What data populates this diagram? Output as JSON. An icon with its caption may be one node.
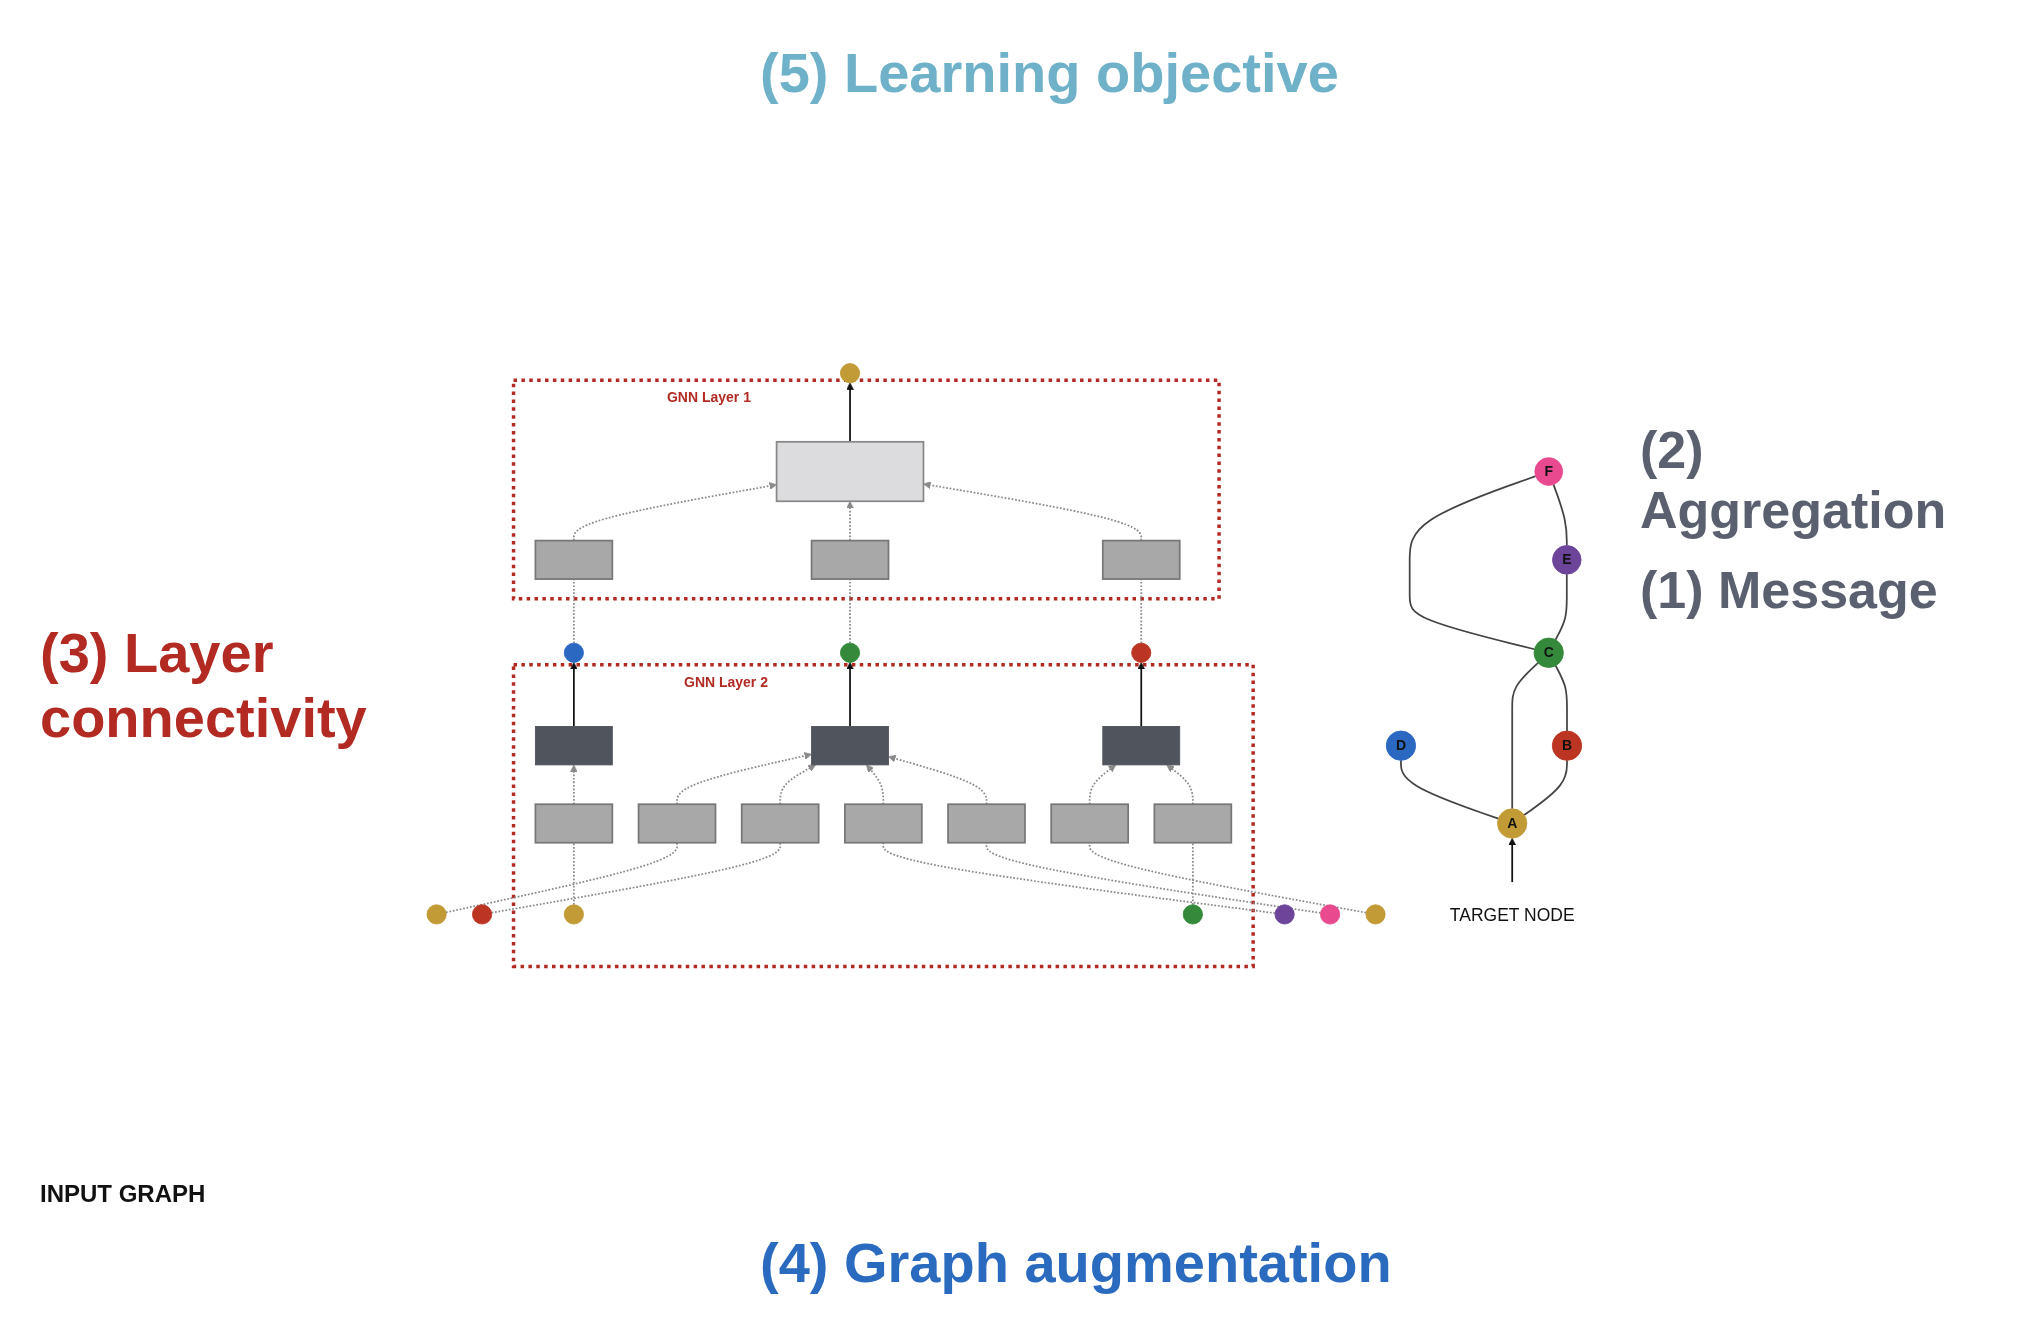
{
  "diagram": {
    "nodes": [
      {
        "text": [
          "TARGET NODE"
        ]
      },
      {
        "text": [
          "B"
        ]
      },
      {
        "text": [
          "A"
        ]
      },
      {
        "text": [
          "C"
        ]
      },
      {
        "text": [
          "F"
        ]
      },
      {
        "text": [
          "D"
        ]
      },
      {
        "text": [
          "E"
        ]
      },
      {
        "text": [],
        "shape": "circle"
      },
      {
        "text": [
          "GNN Layer 1"
        ]
      },
      {
        "text": [],
        "shape": "box",
        "in": 8
      },
      {
        "text": [],
        "shape": "box",
        "in": 8
      },
      {
        "text": [],
        "shape": "box",
        "in": 8
      },
      {
        "text": [],
        "shape": "box",
        "in": 8
      },
      {
        "text": [],
        "shape": "circle"
      },
      {
        "text": [],
        "shape": "circle"
      },
      {
        "text": [],
        "shape": "circle"
      },
      {
        "text": [
          "GNN Layer 2"
        ]
      },
      {
        "text": [],
        "shape": "box",
        "in": 16
      },
      {
        "text": [],
        "shape": "box",
        "in": 16
      },
      {
        "text": [],
        "shape": "box",
        "in": 16
      },
      {
        "text": [],
        "shape": "box",
        "in": 16
      },
      {
        "text": [],
        "shape": "box",
        "in": 16
      },
      {
        "text": [],
        "shape": "box",
        "in": 16
      },
      {
        "text": [],
        "shape": "box",
        "in": 16
      },
      {
        "text": [],
        "shape": "box",
        "in": 16
      },
      {
        "text": [],
        "shape": "box",
        "in": 16
      },
      {
        "text": [],
        "shape": "box",
        "in": 16
      },
      {
        "text": [],
        "shape": "circle",
        "in": 16
      },
      {
        "text": [],
        "shape": "circle",
        "in": 16
      },
      {
        "text": [],
        "shape": "circle"
      },
      {
        "text": [],
        "shape": "circle"
      },
      {
        "text": [],
        "shape": "circle"
      },
      {
        "text": [],
        "shape": "circle"
      },
      {
        "text": [],
        "shape": "circle"
      }
    ],
    "edges": [
      {
        "from": 0,
        "to": 2,
        "arrow": "to",
        "color": "#111111"
      },
      {
        "from": 2,
        "to": 1,
        "arrow": "none",
        "color": "#444444"
      },
      {
        "from": 2,
        "to": 3,
        "arrow": "none",
        "color": "#444444"
      },
      {
        "from": 1,
        "to": 3,
        "arrow": "none",
        "color": "#444444"
      },
      {
        "from": 2,
        "to": 5,
        "arrow": "none",
        "color": "#444444"
      },
      {
        "from": 3,
        "to": 4,
        "arrow": "none",
        "color": "#444444"
      },
      {
        "from": 3,
        "to": 6,
        "arrow": "none",
        "color": "#444444"
      },
      {
        "from": 6,
        "to": 4,
        "arrow": "none",
        "color": "#444444"
      },
      {
        "from": 9,
        "to": 7,
        "arrow": "to",
        "color": "#111111"
      },
      {
        "from": 10,
        "to": 9,
        "arrow": "to",
        "style": "dashed"
      },
      {
        "from": 11,
        "to": 9,
        "arrow": "to",
        "style": "dashed"
      },
      {
        "from": 12,
        "to": 9,
        "arrow": "to",
        "style": "dashed"
      },
      {
        "from": 13,
        "to": 10,
        "arrow": "none",
        "style": "dashed"
      },
      {
        "from": 14,
        "to": 11,
        "arrow": "none",
        "style": "dashed"
      },
      {
        "from": 15,
        "to": 12,
        "arrow": "none",
        "style": "dashed"
      },
      {
        "from": 17,
        "to": 13,
        "arrow": "to",
        "color": "#111111"
      },
      {
        "from": 18,
        "to": 14,
        "arrow": "to",
        "color": "#111111"
      },
      {
        "from": 19,
        "to": 15,
        "arrow": "to",
        "color": "#111111"
      },
      {
        "from": 20,
        "to": 17,
        "arrow": "to",
        "style": "dashed"
      },
      {
        "from": 21,
        "to": 18,
        "arrow": "to",
        "style": "dashed"
      },
      {
        "from": 22,
        "to": 18,
        "arrow": "to",
        "style": "dashed"
      },
      {
        "from": 23,
        "to": 18,
        "arrow": "to",
        "style": "dashed"
      },
      {
        "from": 24,
        "to": 18,
        "arrow": "to",
        "style": "dashed"
      },
      {
        "from": 25,
        "to": 19,
        "arrow": "to",
        "style": "dashed"
      },
      {
        "from": 26,
        "to": 19,
        "arrow": "to",
        "style": "dashed"
      },
      {
        "from": 27,
        "to": 20,
        "arrow": "none",
        "style": "dashed"
      },
      {
        "from": 29,
        "to": 21,
        "arrow": "none",
        "style": "dashed"
      },
      {
        "from": 30,
        "to": 22,
        "arrow": "none",
        "style": "dashed"
      },
      {
        "from": 31,
        "to": 23,
        "arrow": "none",
        "style": "dashed"
      },
      {
        "from": 32,
        "to": 24,
        "arrow": "none",
        "style": "dashed"
      },
      {
        "from": 33,
        "to": 25,
        "arrow": "none",
        "style": "dashed"
      },
      {
        "from": 28,
        "to": 26,
        "arrow": "none",
        "style": "dashed"
      }
    ],
    "labels": [
      "INPUT GRAPH",
      "(5) Learning objective",
      "(2) Aggregation",
      "(1) Message",
      "(3) Layer connectivity",
      "(4) Graph augmentation"
    ]
  }
}
